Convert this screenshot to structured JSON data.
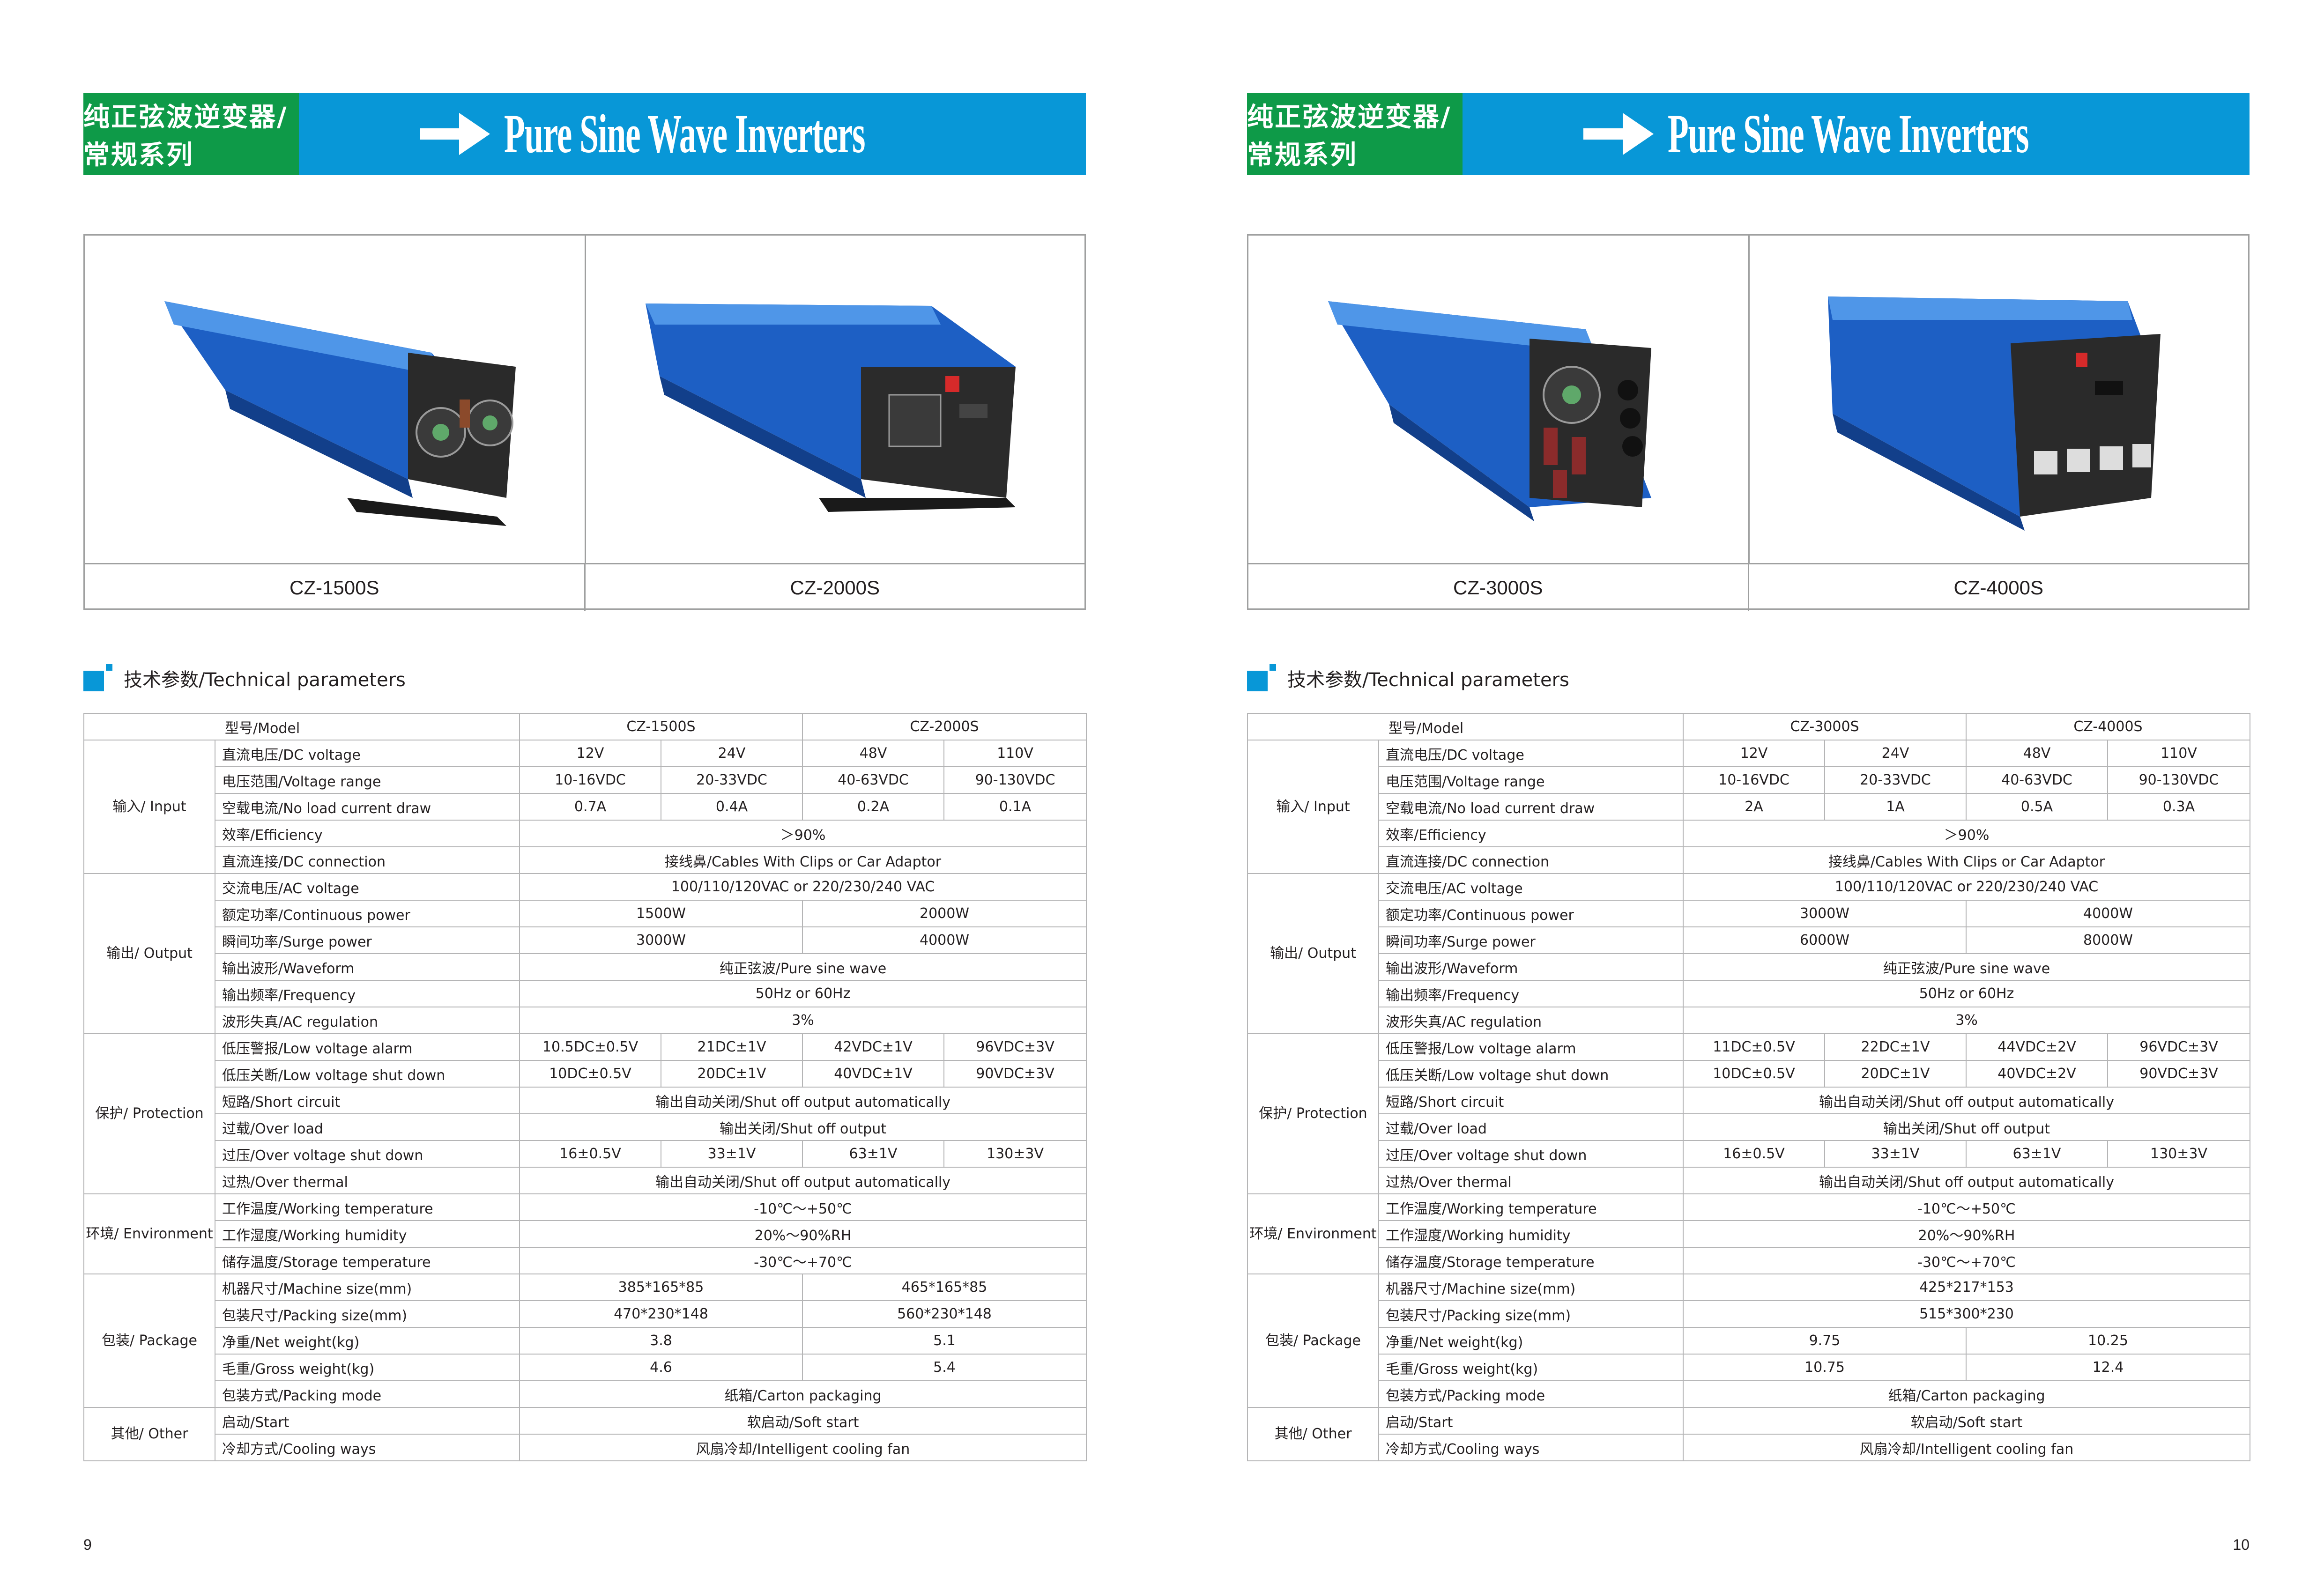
{
  "banner": {
    "cn_title": "纯正弦波逆变器/常规系列",
    "en_title": "Pure Sine Wave Inverters",
    "arrow_icon": "right-arrow-icon",
    "green": "#0e9a48",
    "blue": "#0897d7"
  },
  "section_title": "技术参数/Technical parameters",
  "labels": {
    "model": "型号/Model",
    "groups": {
      "input": "输入/ Input",
      "output": "输出/ Output",
      "protection": "保护/ Protection",
      "environment": "环境/ Environment",
      "package": "包装/ Package",
      "other": "其他/ Other"
    },
    "params": {
      "dc_voltage": "直流电压/DC voltage",
      "voltage_range": "电压范围/Voltage range",
      "no_load": "空载电流/No load current draw",
      "efficiency": "效率/Efficiency",
      "dc_connection": "直流连接/DC connection",
      "ac_voltage": "交流电压/AC voltage",
      "continuous_power": "额定功率/Continuous power",
      "surge_power": "瞬间功率/Surge power",
      "waveform": "输出波形/Waveform",
      "frequency": "输出频率/Frequency",
      "ac_regulation": "波形失真/AC regulation",
      "low_voltage_alarm": "低压警报/Low voltage alarm",
      "low_voltage_shutdown": "低压关断/Low voltage shut down",
      "short_circuit": "短路/Short circuit",
      "over_load": "过载/Over load",
      "over_voltage": "过压/Over voltage shut down",
      "over_thermal": "过热/Over thermal",
      "working_temp": "工作温度/Working temperature",
      "working_humidity": "工作湿度/Working humidity",
      "storage_temp": "储存温度/Storage temperature",
      "machine_size": "机器尺寸/Machine size(mm)",
      "packing_size": "包装尺寸/Packing size(mm)",
      "net_weight": "净重/Net weight(kg)",
      "gross_weight": "毛重/Gross weight(kg)",
      "packing_mode": "包装方式/Packing mode",
      "start": "启动/Start",
      "cooling": "冷却方式/Cooling ways"
    }
  },
  "common": {
    "dc_voltage": [
      "12V",
      "24V",
      "48V",
      "110V"
    ],
    "voltage_range": [
      "10-16VDC",
      "20-33VDC",
      "40-63VDC",
      "90-130VDC"
    ],
    "efficiency": "＞90%",
    "dc_connection": "接线鼻/Cables With Clips or Car Adaptor",
    "ac_voltage": "100/110/120VAC or 220/230/240 VAC",
    "waveform": "纯正弦波/Pure sine wave",
    "frequency": "50Hz or 60Hz",
    "ac_regulation": "3%",
    "short_circuit": "输出自动关闭/Shut off output automatically",
    "over_load": "输出关闭/Shut off output",
    "over_voltage": [
      "16±0.5V",
      "33±1V",
      "63±1V",
      "130±3V"
    ],
    "over_thermal": "输出自动关闭/Shut off output automatically",
    "working_temp": "-10℃～+50℃",
    "working_humidity": "20%～90%RH",
    "storage_temp": "-30℃～+70℃",
    "packing_mode": "纸箱/Carton packaging",
    "start": "软启动/Soft start",
    "cooling": "风扇冷却/Intelligent cooling fan"
  },
  "pages": [
    {
      "page_number": "9",
      "products": [
        "CZ-1500S",
        "CZ-2000S"
      ],
      "no_load": [
        "0.7A",
        "0.4A",
        "0.2A",
        "0.1A"
      ],
      "continuous_power": [
        "1500W",
        "2000W"
      ],
      "surge_power": [
        "3000W",
        "4000W"
      ],
      "low_voltage_alarm": [
        "10.5DC±0.5V",
        "21DC±1V",
        "42VDC±1V",
        "96VDC±3V"
      ],
      "low_voltage_shutdown": [
        "10DC±0.5V",
        "20DC±1V",
        "40VDC±1V",
        "90VDC±3V"
      ],
      "machine_size": [
        "385*165*85",
        "465*165*85"
      ],
      "packing_size": [
        "470*230*148",
        "560*230*148"
      ],
      "net_weight": [
        "3.8",
        "5.1"
      ],
      "gross_weight": [
        "4.6",
        "5.4"
      ]
    },
    {
      "page_number": "10",
      "products": [
        "CZ-3000S",
        "CZ-4000S"
      ],
      "no_load": [
        "2A",
        "1A",
        "0.5A",
        "0.3A"
      ],
      "continuous_power": [
        "3000W",
        "4000W"
      ],
      "surge_power": [
        "6000W",
        "8000W"
      ],
      "low_voltage_alarm": [
        "11DC±0.5V",
        "22DC±1V",
        "44VDC±2V",
        "96VDC±3V"
      ],
      "low_voltage_shutdown": [
        "10DC±0.5V",
        "20DC±1V",
        "40VDC±2V",
        "90VDC±3V"
      ],
      "machine_size_shared": "425*217*153",
      "packing_size_shared": "515*300*230",
      "net_weight": [
        "9.75",
        "10.25"
      ],
      "gross_weight": [
        "10.75",
        "12.4"
      ]
    }
  ]
}
